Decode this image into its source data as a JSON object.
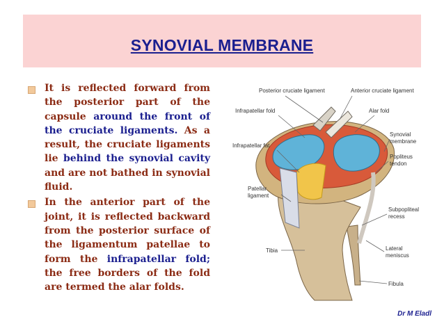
{
  "slide": {
    "title": "SYNOVIAL MEMBRANE",
    "bullets": [
      [
        {
          "t": "It is reflected forward from the posterior part of the capsule "
        },
        {
          "t": "around the front of the cruciate ligaments.",
          "hl": true
        },
        {
          "t": " As a result, the cruciate ligaments lie "
        },
        {
          "t": "behind the synovial cavity",
          "hl": true
        },
        {
          "t": " and are not bathed in synovial fluid."
        }
      ],
      [
        {
          "t": "In the anterior part of the joint, it is reflected backward from the posterior surface of the ligamentum patellae to form the "
        },
        {
          "t": "infrapatellar fold;",
          "hl": true
        },
        {
          "t": " the free borders of the fold are termed the alar folds."
        }
      ]
    ],
    "credit": "Dr M Eladl"
  },
  "figure": {
    "labels": {
      "pcl": "Posterior cruciate ligament",
      "acl": "Anterior cruciate ligament",
      "infrapatellar_fold": "Infrapatellar fold",
      "alar_fold": "Alar fold",
      "synovial_1": "Synovial",
      "synovial_2": "membrane",
      "infrapatellar_fat": "Infrapatellar fat",
      "popliteus_1": "Popliteus",
      "popliteus_2": "tendon",
      "patellar_1": "Patellar",
      "patellar_2": "ligament",
      "subpopliteal_1": "Subpopliteal",
      "subpopliteal_2": "recess",
      "tibia": "Tibia",
      "lateral_1": "Lateral",
      "lateral_2": "meniscus",
      "fibula": "Fibula"
    }
  },
  "colors": {
    "band": "#fbd3d3",
    "title": "#1b1f8f",
    "body_text": "#8b2b14",
    "highlight": "#1b1f8f",
    "bullet_marker": "#f2c99b"
  }
}
